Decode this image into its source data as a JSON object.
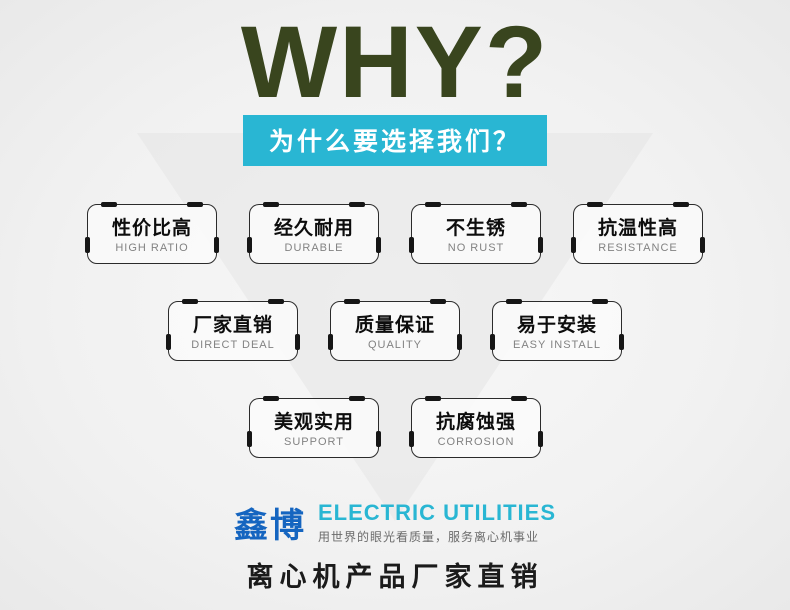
{
  "header": {
    "why_title": "WHY?",
    "banner_text": "为什么要选择我们？"
  },
  "features": {
    "rows": [
      [
        {
          "zh": "性价比高",
          "en": "HIGH RATIO"
        },
        {
          "zh": "经久耐用",
          "en": "DURABLE"
        },
        {
          "zh": "不生锈",
          "en": "NO RUST"
        },
        {
          "zh": "抗温性高",
          "en": "RESISTANCE"
        }
      ],
      [
        {
          "zh": "厂家直销",
          "en": "DIRECT DEAL"
        },
        {
          "zh": "质量保证",
          "en": "QUALITY"
        },
        {
          "zh": "易于安装",
          "en": "EASY INSTALL"
        }
      ],
      [
        {
          "zh": "美观实用",
          "en": "SUPPORT"
        },
        {
          "zh": "抗腐蚀强",
          "en": "CORROSION"
        }
      ]
    ]
  },
  "footer": {
    "brand_zh": "鑫博",
    "brand_en": "ELECTRIC UTILITIES",
    "slogan": "用世界的眼光看质量，服务离心机事业",
    "tagline": "离心机产品厂家直销"
  },
  "colors": {
    "accent_cyan": "#29b6d3",
    "brand_blue": "#1565c0",
    "why_green": "#39451e"
  }
}
